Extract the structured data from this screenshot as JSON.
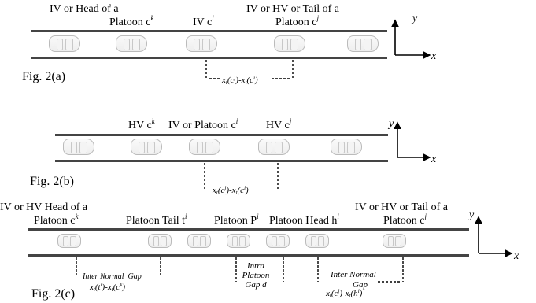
{
  "panel_a": {
    "fig_label": "Fig. 2(a)",
    "head_label_line1": "IV or Head of a",
    "head_label_line2": "Platoon c",
    "head_sup": "k",
    "iv_label": "IV c",
    "iv_sup": "i",
    "tail_label_line1": "IV or HV or Tail of a",
    "tail_label_line2": "Platoon c",
    "tail_sup": "j",
    "distance_label": "x_t(c^j)-x_t(c^i)"
  },
  "panel_b": {
    "fig_label": "Fig. 2(b)",
    "hv_k_label": "HV c",
    "hv_k_sup": "k",
    "iv_platoon_label": "IV or Platoon c",
    "iv_platoon_sup": "i",
    "hv_j_label": "HV c",
    "hv_j_sup": "j",
    "distance_label": "x_t(c^j)-x_t(c^i)"
  },
  "panel_c": {
    "fig_label": "Fig. 2(c)",
    "head_label_line1": "IV or HV Head of a",
    "head_label_line2": "Platoon c",
    "head_sup": "k",
    "tail_label": "Platoon Tail t",
    "tail_sup": "i",
    "platoon_label": "Platoon P",
    "platoon_sup": "i",
    "platoon_head_label": "Platoon Head h",
    "platoon_head_sup": "i",
    "right_label_line1": "IV or HV or Tail of a",
    "right_label_line2": "Platoon c",
    "right_sup": "j",
    "gap1_line1": "Inter Normal",
    "gap1_line2": "Gap",
    "gap1_formula": "x_t(t^i)-x_t(c^k)",
    "intra_line1": "Intra",
    "intra_line2": "Platoon",
    "intra_line3": "Gap d",
    "gap2_line1": "Inter Normal",
    "gap2_line2": "Gap",
    "gap2_formula": "x_t(c^j)-x_t(h^i)"
  },
  "axes": {
    "x": "x",
    "y": "y"
  }
}
